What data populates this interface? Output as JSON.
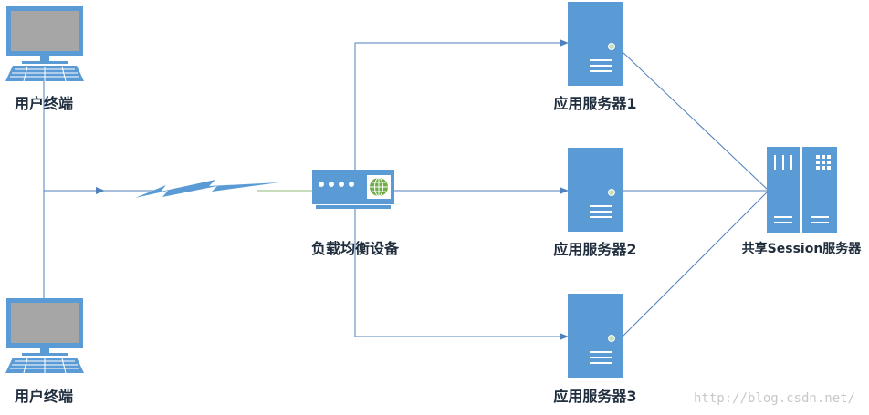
{
  "labels": {
    "terminal_top": "用户终端",
    "terminal_bottom": "用户终端",
    "load_balancer": "负载均衡设备",
    "app_server_1": "应用服务器1",
    "app_server_2": "应用服务器2",
    "app_server_3": "应用服务器3",
    "session_server": "共享Session服务器"
  },
  "watermark": "http://blog.csdn.net/",
  "colors": {
    "node_blue": "#5b9bd5",
    "line_blue": "#4f81bd",
    "screen_gray": "#a6a6a6",
    "globe_green": "#70ad47"
  }
}
